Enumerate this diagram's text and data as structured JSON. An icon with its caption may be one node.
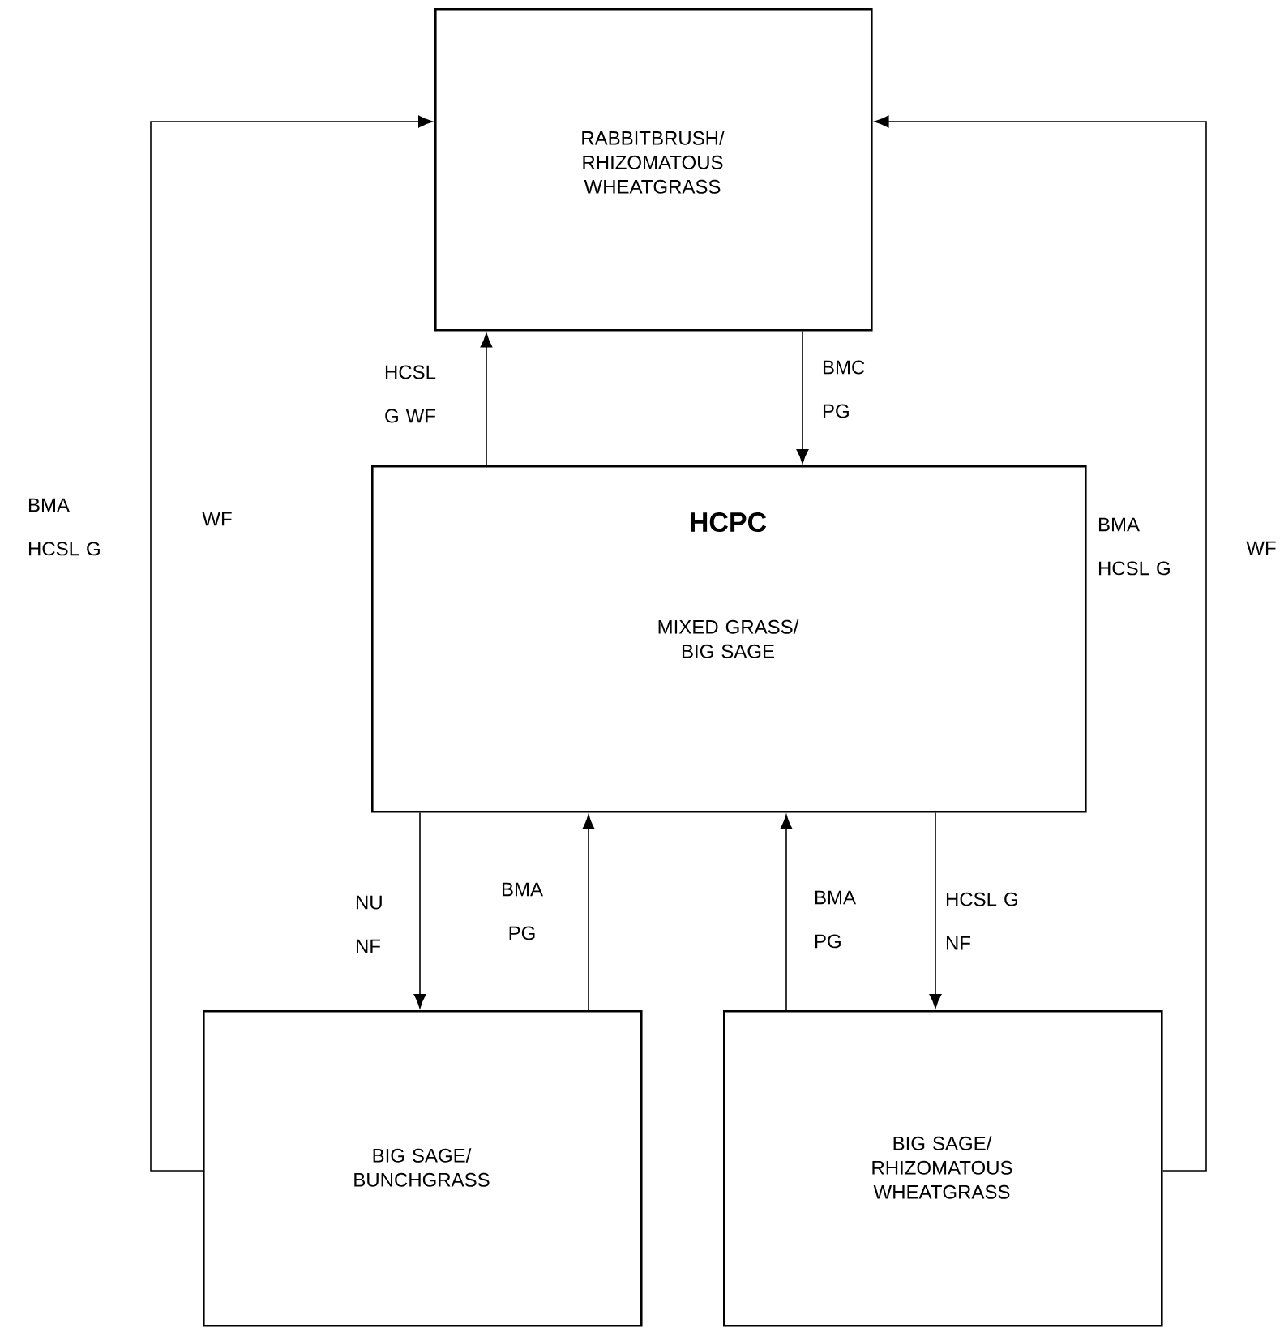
{
  "diagram": {
    "nodes": [
      {
        "text": [
          "RABBITBRUSH/ RHIZOMATOUS WHEATGRASS"
        ]
      },
      {
        "text": [
          "HCPC",
          "MIXED GRASS/ BIG SAGE"
        ]
      },
      {
        "text": [
          "BIG SAGE/ BUNCHGRASS"
        ]
      },
      {
        "text": [
          "BIG SAGE/ RHIZOMATOUS WHEATGRASS"
        ]
      }
    ],
    "edges": [
      {
        "from": 1,
        "to": 0,
        "arrow": "to",
        "label": "HCSL G WF"
      },
      {
        "from": 0,
        "to": 1,
        "arrow": "to",
        "label": "BMC PG"
      },
      {
        "from": 1,
        "to": 2,
        "arrow": "to",
        "label": "NU NF"
      },
      {
        "from": 2,
        "to": 1,
        "arrow": "to",
        "label": "BMA PG"
      },
      {
        "from": 3,
        "to": 1,
        "arrow": "to",
        "label": "BMA PG"
      },
      {
        "from": 1,
        "to": 3,
        "arrow": "to",
        "label": "HCSL G NF"
      },
      {
        "from": 2,
        "to": 0,
        "arrow": "to",
        "label": "BMA HCSL G"
      },
      {
        "from": 3,
        "to": 0,
        "arrow": "to",
        "label": "BMA HCSL G"
      }
    ],
    "labels": [
      "WF",
      "WF"
    ]
  }
}
